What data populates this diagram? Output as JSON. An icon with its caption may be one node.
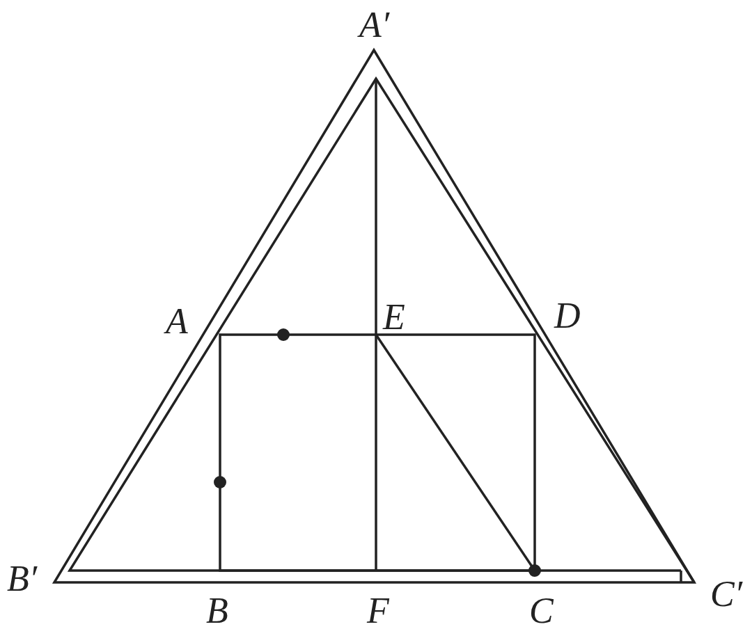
{
  "diagram": {
    "labels": [
      "A′",
      "A",
      "E",
      "D",
      "B′",
      "B",
      "F",
      "C",
      "C′"
    ]
  }
}
